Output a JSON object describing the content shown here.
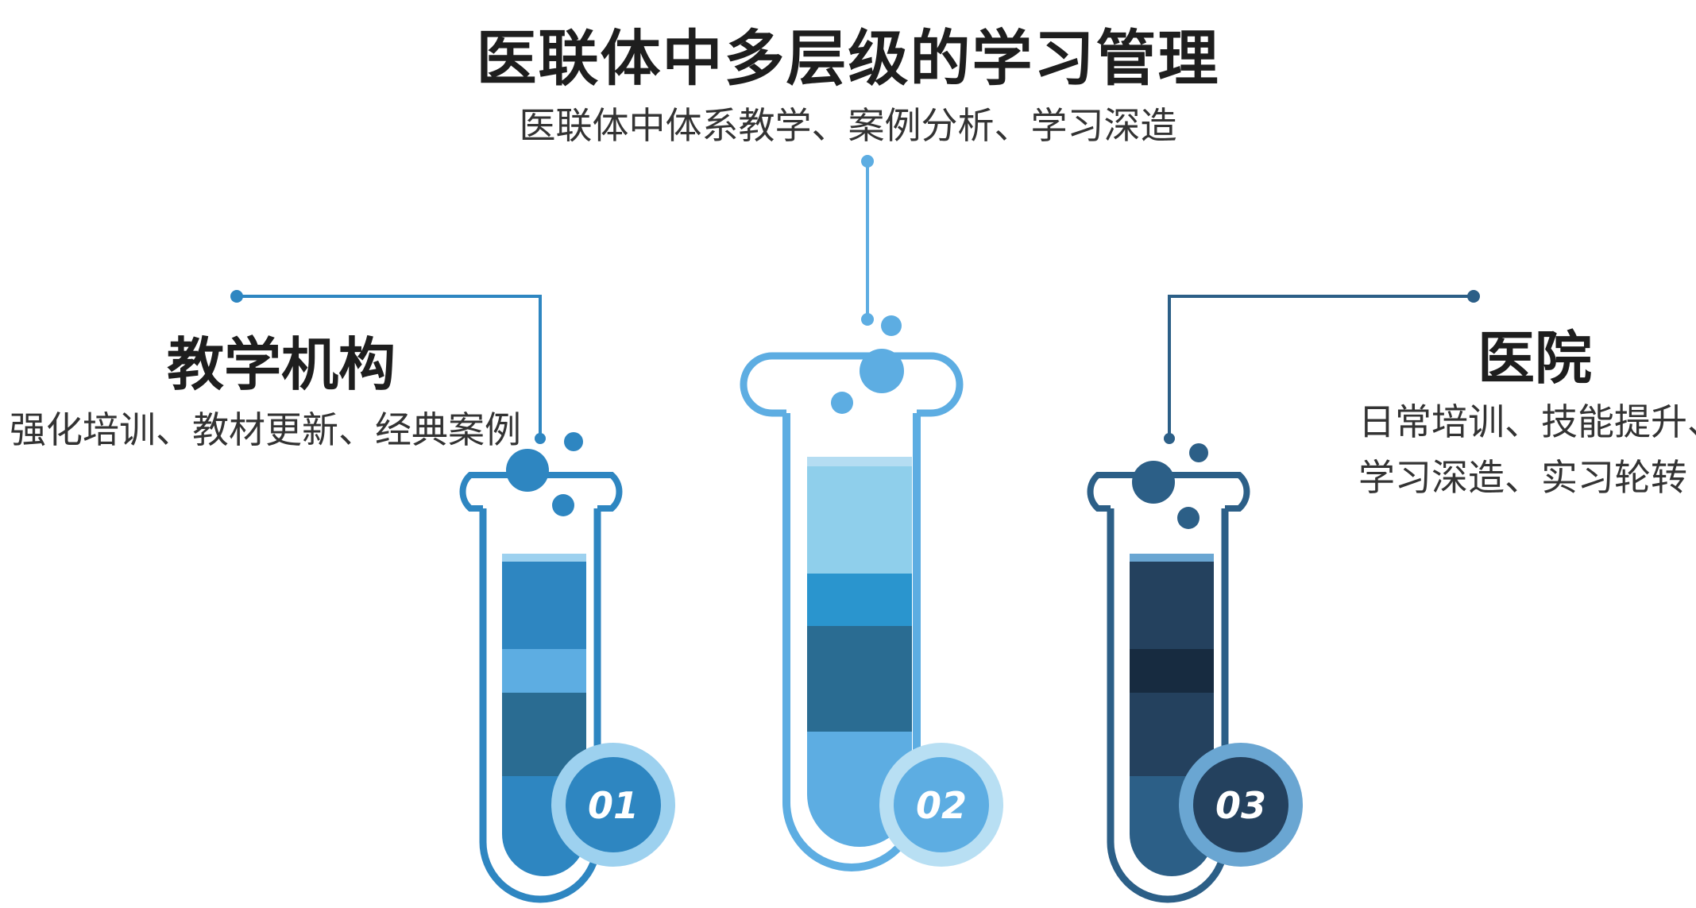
{
  "title": "医联体中多层级的学习管理",
  "subtitle": "医联体中体系教学、案例分析、学习深造",
  "items": [
    {
      "number": "01",
      "title": "教学机构",
      "desc": "强化培训、教材更新、经典案例",
      "color": "#2e86c1"
    },
    {
      "number": "02",
      "title": "",
      "desc": "",
      "color": "#5dade2"
    },
    {
      "number": "03",
      "title": "医院",
      "desc_lines": [
        "日常培训、技能提升、",
        "学习深造、实习轮转"
      ],
      "color": "#2c5f87"
    }
  ]
}
